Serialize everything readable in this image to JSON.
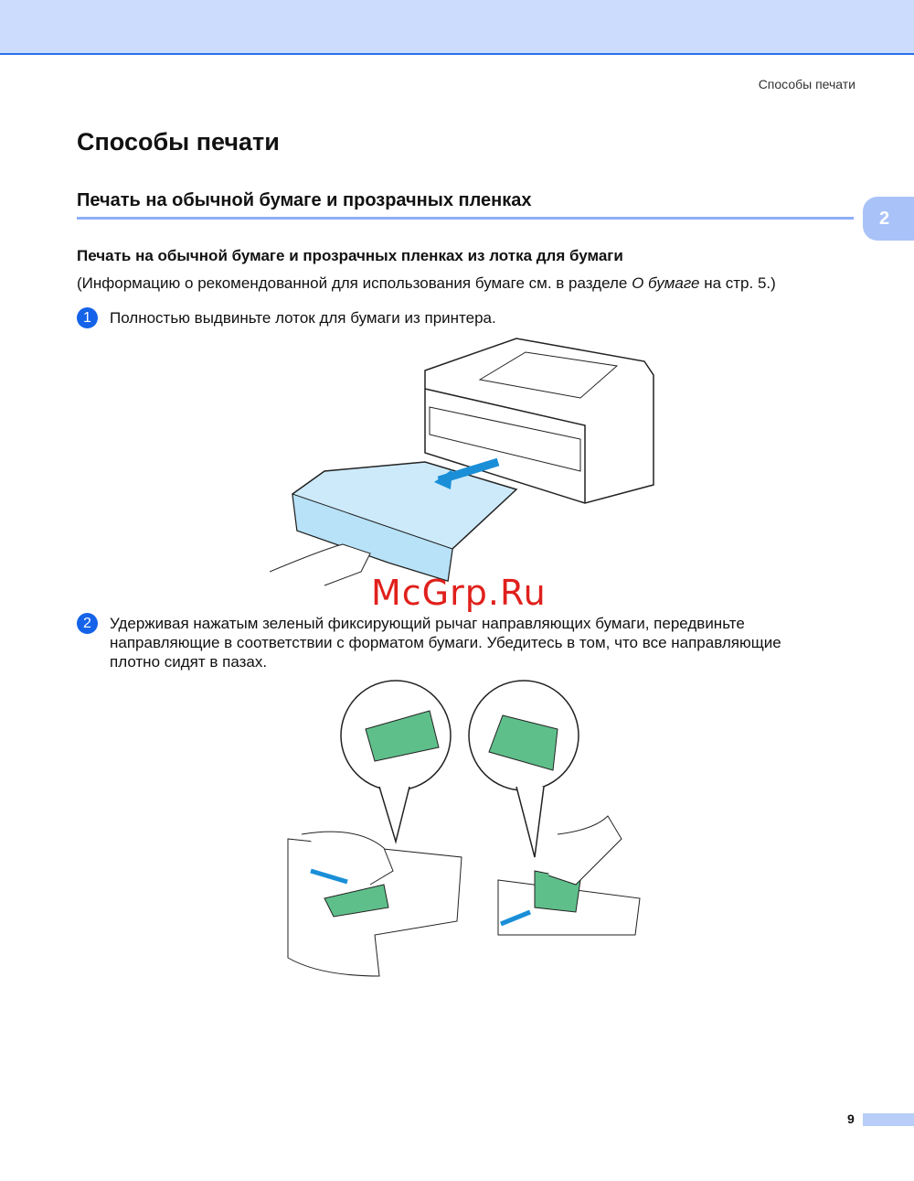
{
  "header": {
    "running_title": "Способы печати"
  },
  "chapter_tab": "2",
  "title": "Способы печати",
  "section": "Печать на обычной бумаге и прозрачных пленках",
  "subsection": "Печать на обычной бумаге и прозрачных пленках из лотка для бумаги",
  "note": {
    "before": "(Информацию о рекомендованной для использования бумаге см. в разделе ",
    "link": "О бумаге",
    "after": " на стр. 5.)"
  },
  "steps": [
    {
      "number": "1",
      "text": "Полностью выдвиньте лоток для бумаги из принтера."
    },
    {
      "number": "2",
      "text": "Удерживая нажатым зеленый фиксирующий рычаг направляющих бумаги, передвиньте направляющие в соответствии с форматом бумаги. Убедитесь в том, что все направляющие плотно сидят в пазах."
    }
  ],
  "watermark": "McGrp.Ru",
  "footer": {
    "page_number": "9"
  }
}
